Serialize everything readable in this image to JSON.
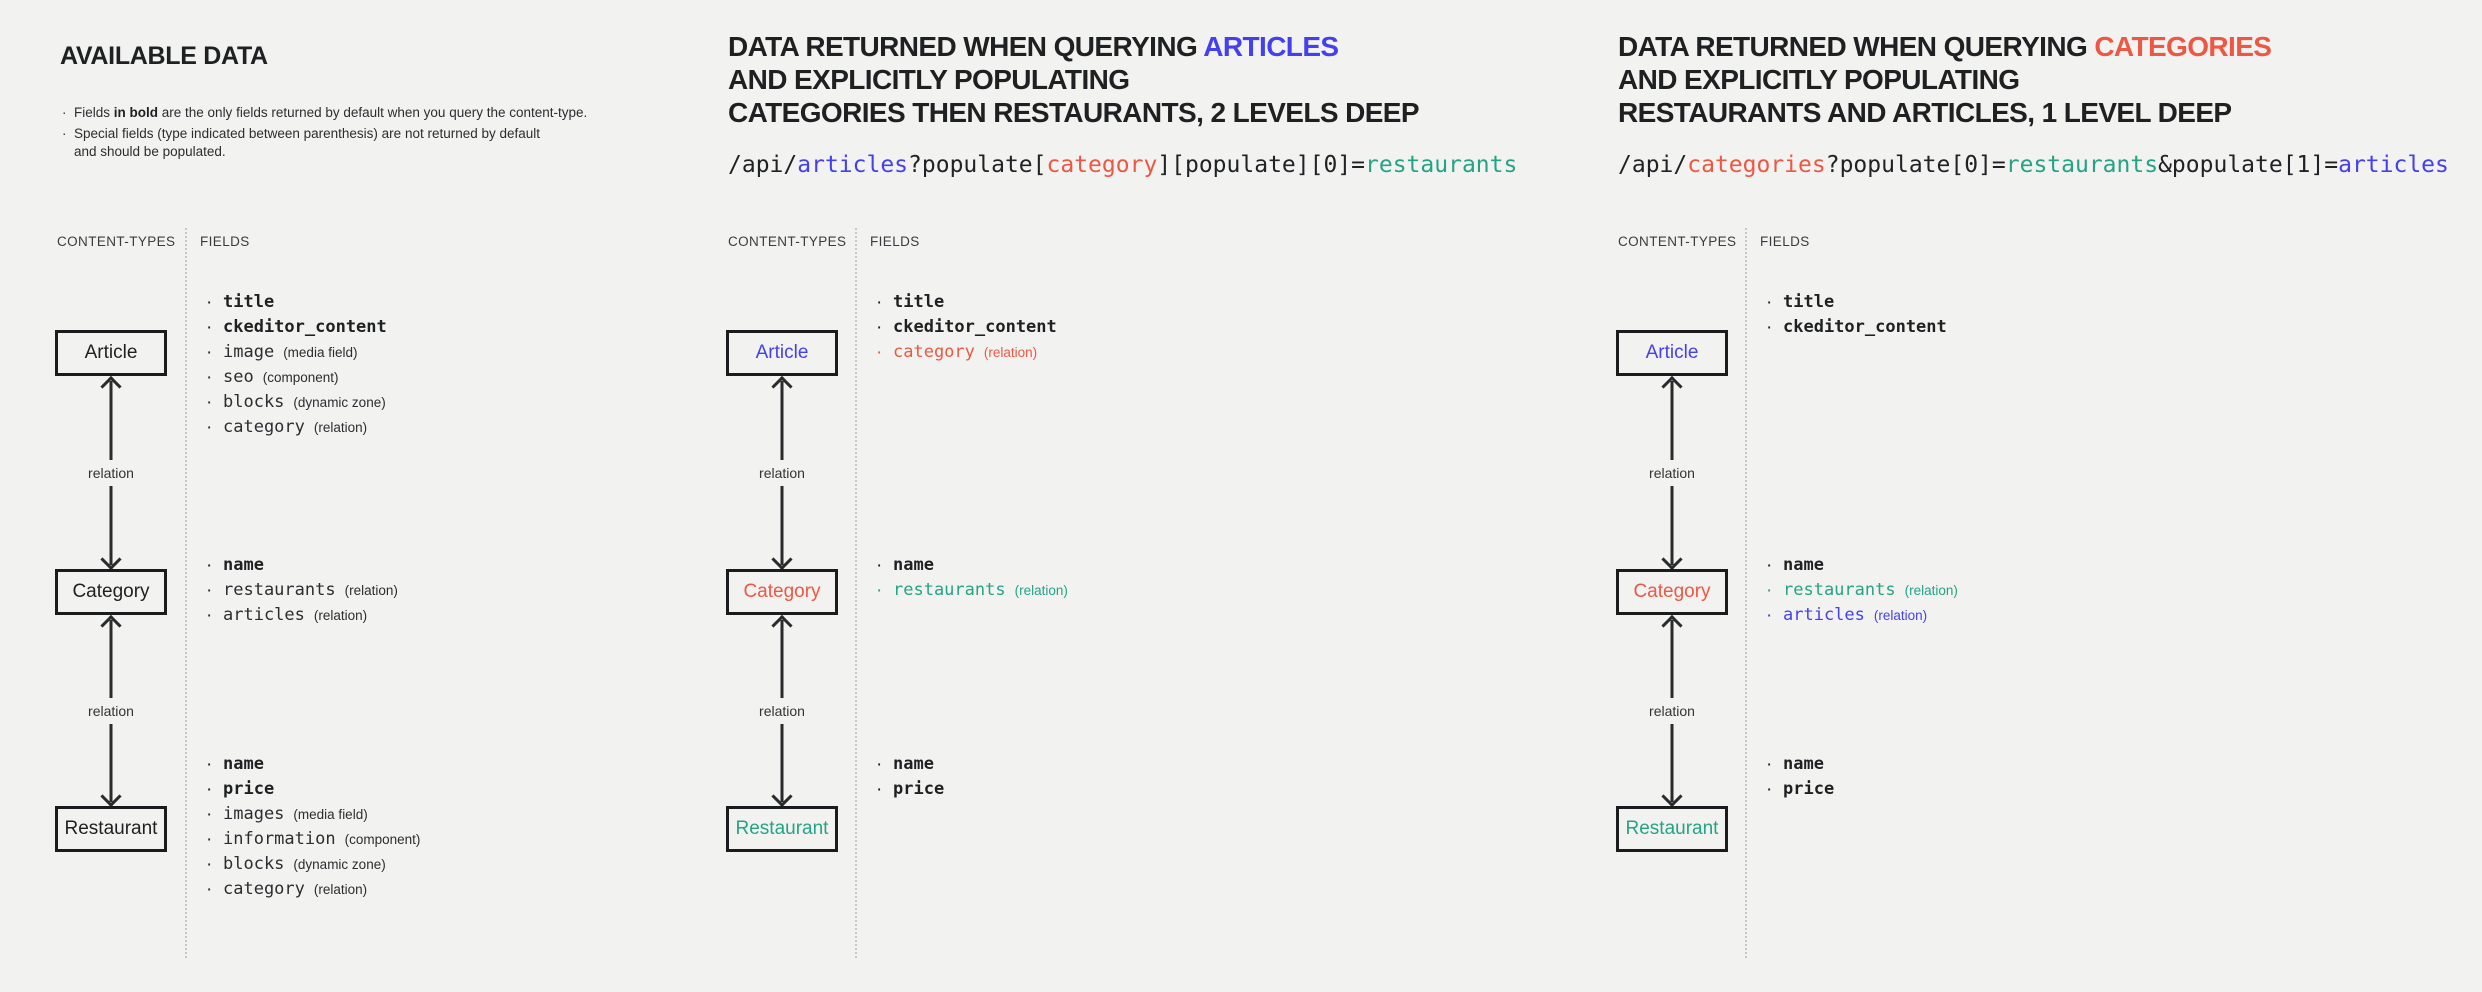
{
  "labels": {
    "content_types": "CONTENT-TYPES",
    "fields": "FIELDS",
    "relation": "relation"
  },
  "colors": {
    "ink": "#1f2022",
    "blue": "#4540ee",
    "red": "#ec5843",
    "teal": "#25a385",
    "background": "#f2f2f1"
  },
  "available": {
    "title": "AVAILABLE DATA",
    "note1": {
      "pre": "Fields ",
      "bold": "in bold",
      "post": " are the only fields returned by default when you query the content-type."
    },
    "note2": "Special fields (type indicated between parenthesis) are not returned by default\nand should be populated."
  },
  "groups": [
    {
      "boxes": [
        {
          "label": "Article",
          "color": "#1f2022"
        },
        {
          "label": "Category",
          "color": "#1f2022"
        },
        {
          "label": "Restaurant",
          "color": "#1f2022"
        }
      ],
      "article_fields": [
        {
          "name": "title",
          "bold": true,
          "type": "",
          "color": "#1f2022"
        },
        {
          "name": "ckeditor_content",
          "bold": true,
          "type": "",
          "color": "#1f2022"
        },
        {
          "name": "image",
          "bold": false,
          "type": "(media field)",
          "color": "#2c2d30"
        },
        {
          "name": "seo",
          "bold": false,
          "type": "(component)",
          "color": "#2c2d30"
        },
        {
          "name": "blocks",
          "bold": false,
          "type": "(dynamic zone)",
          "color": "#2c2d30"
        },
        {
          "name": "category",
          "bold": false,
          "type": "(relation)",
          "color": "#2c2d30"
        }
      ],
      "category_fields": [
        {
          "name": "name",
          "bold": true,
          "type": "",
          "color": "#1f2022"
        },
        {
          "name": "restaurants",
          "bold": false,
          "type": "(relation)",
          "color": "#2c2d30"
        },
        {
          "name": "articles",
          "bold": false,
          "type": "(relation)",
          "color": "#2c2d30"
        }
      ],
      "restaurant_fields": [
        {
          "name": "name",
          "bold": true,
          "type": "",
          "color": "#1f2022"
        },
        {
          "name": "price",
          "bold": true,
          "type": "",
          "color": "#1f2022"
        },
        {
          "name": "images",
          "bold": false,
          "type": "(media field)",
          "color": "#2c2d30"
        },
        {
          "name": "information",
          "bold": false,
          "type": "(component)",
          "color": "#2c2d30"
        },
        {
          "name": "blocks",
          "bold": false,
          "type": "(dynamic zone)",
          "color": "#2c2d30"
        },
        {
          "name": "category",
          "bold": false,
          "type": "(relation)",
          "color": "#2c2d30"
        }
      ]
    },
    {
      "title": {
        "pre": "DATA RETURNED WHEN QUERYING ",
        "highlight": "ARTICLES",
        "highlight_color": "#4540ee",
        "line2": "AND EXPLICITLY POPULATING",
        "line3": "CATEGORIES THEN RESTAURANTS, 2 LEVELS DEEP"
      },
      "code": [
        {
          "text": "/api/",
          "color": "#212226"
        },
        {
          "text": "articles",
          "color": "#4540ee"
        },
        {
          "text": "?populate[",
          "color": "#212226"
        },
        {
          "text": "category",
          "color": "#ec5843"
        },
        {
          "text": "][populate][0]=",
          "color": "#212226"
        },
        {
          "text": "restaurants",
          "color": "#25a385"
        }
      ],
      "boxes": [
        {
          "label": "Article",
          "color": "#4540ee"
        },
        {
          "label": "Category",
          "color": "#ec5843"
        },
        {
          "label": "Restaurant",
          "color": "#25a385"
        }
      ],
      "article_fields": [
        {
          "name": "title",
          "bold": true,
          "type": "",
          "color": "#1f2022"
        },
        {
          "name": "ckeditor_content",
          "bold": true,
          "type": "",
          "color": "#1f2022"
        },
        {
          "name": "category",
          "bold": false,
          "type": "(relation)",
          "color": "#ec5843"
        }
      ],
      "category_fields": [
        {
          "name": "name",
          "bold": true,
          "type": "",
          "color": "#1f2022"
        },
        {
          "name": "restaurants",
          "bold": false,
          "type": "(relation)",
          "color": "#25a385"
        }
      ],
      "restaurant_fields": [
        {
          "name": "name",
          "bold": true,
          "type": "",
          "color": "#1f2022"
        },
        {
          "name": "price",
          "bold": true,
          "type": "",
          "color": "#1f2022"
        }
      ]
    },
    {
      "title": {
        "pre": "DATA RETURNED WHEN QUERYING ",
        "highlight": "CATEGORIES",
        "highlight_color": "#ec5843",
        "line2": "AND EXPLICITLY POPULATING",
        "line3": "RESTAURANTS AND ARTICLES, 1 LEVEL DEEP"
      },
      "code": [
        {
          "text": "/api/",
          "color": "#212226"
        },
        {
          "text": "categories",
          "color": "#ec5843"
        },
        {
          "text": "?populate[0]=",
          "color": "#212226"
        },
        {
          "text": "restaurants",
          "color": "#25a385"
        },
        {
          "text": "&populate[1]=",
          "color": "#212226"
        },
        {
          "text": "articles",
          "color": "#4540ee"
        }
      ],
      "boxes": [
        {
          "label": "Article",
          "color": "#4540ee"
        },
        {
          "label": "Category",
          "color": "#ec5843"
        },
        {
          "label": "Restaurant",
          "color": "#25a385"
        }
      ],
      "article_fields": [
        {
          "name": "title",
          "bold": true,
          "type": "",
          "color": "#1f2022"
        },
        {
          "name": "ckeditor_content",
          "bold": true,
          "type": "",
          "color": "#1f2022"
        }
      ],
      "category_fields": [
        {
          "name": "name",
          "bold": true,
          "type": "",
          "color": "#1f2022"
        },
        {
          "name": "restaurants",
          "bold": false,
          "type": "(relation)",
          "color": "#25a385"
        },
        {
          "name": "articles",
          "bold": false,
          "type": "(relation)",
          "color": "#4540ee"
        }
      ],
      "restaurant_fields": [
        {
          "name": "name",
          "bold": true,
          "type": "",
          "color": "#1f2022"
        },
        {
          "name": "price",
          "bold": true,
          "type": "",
          "color": "#1f2022"
        }
      ]
    }
  ]
}
